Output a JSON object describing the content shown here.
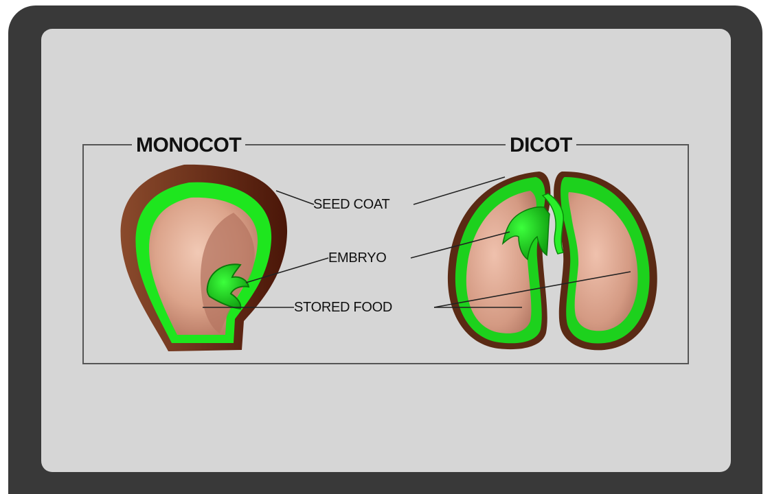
{
  "titles": {
    "monocot": "MONOCOT",
    "dicot": "DICOT"
  },
  "parts": {
    "seed_coat": "SEED COAT",
    "embryo": "EMBRYO",
    "stored_food": "STORED FOOD"
  },
  "colors": {
    "frame": "#393939",
    "panel": "#d6d6d6",
    "seed_coat": "#6b2e17",
    "embryo_green": "#22ff22",
    "stored_food": "#d9a68e"
  }
}
